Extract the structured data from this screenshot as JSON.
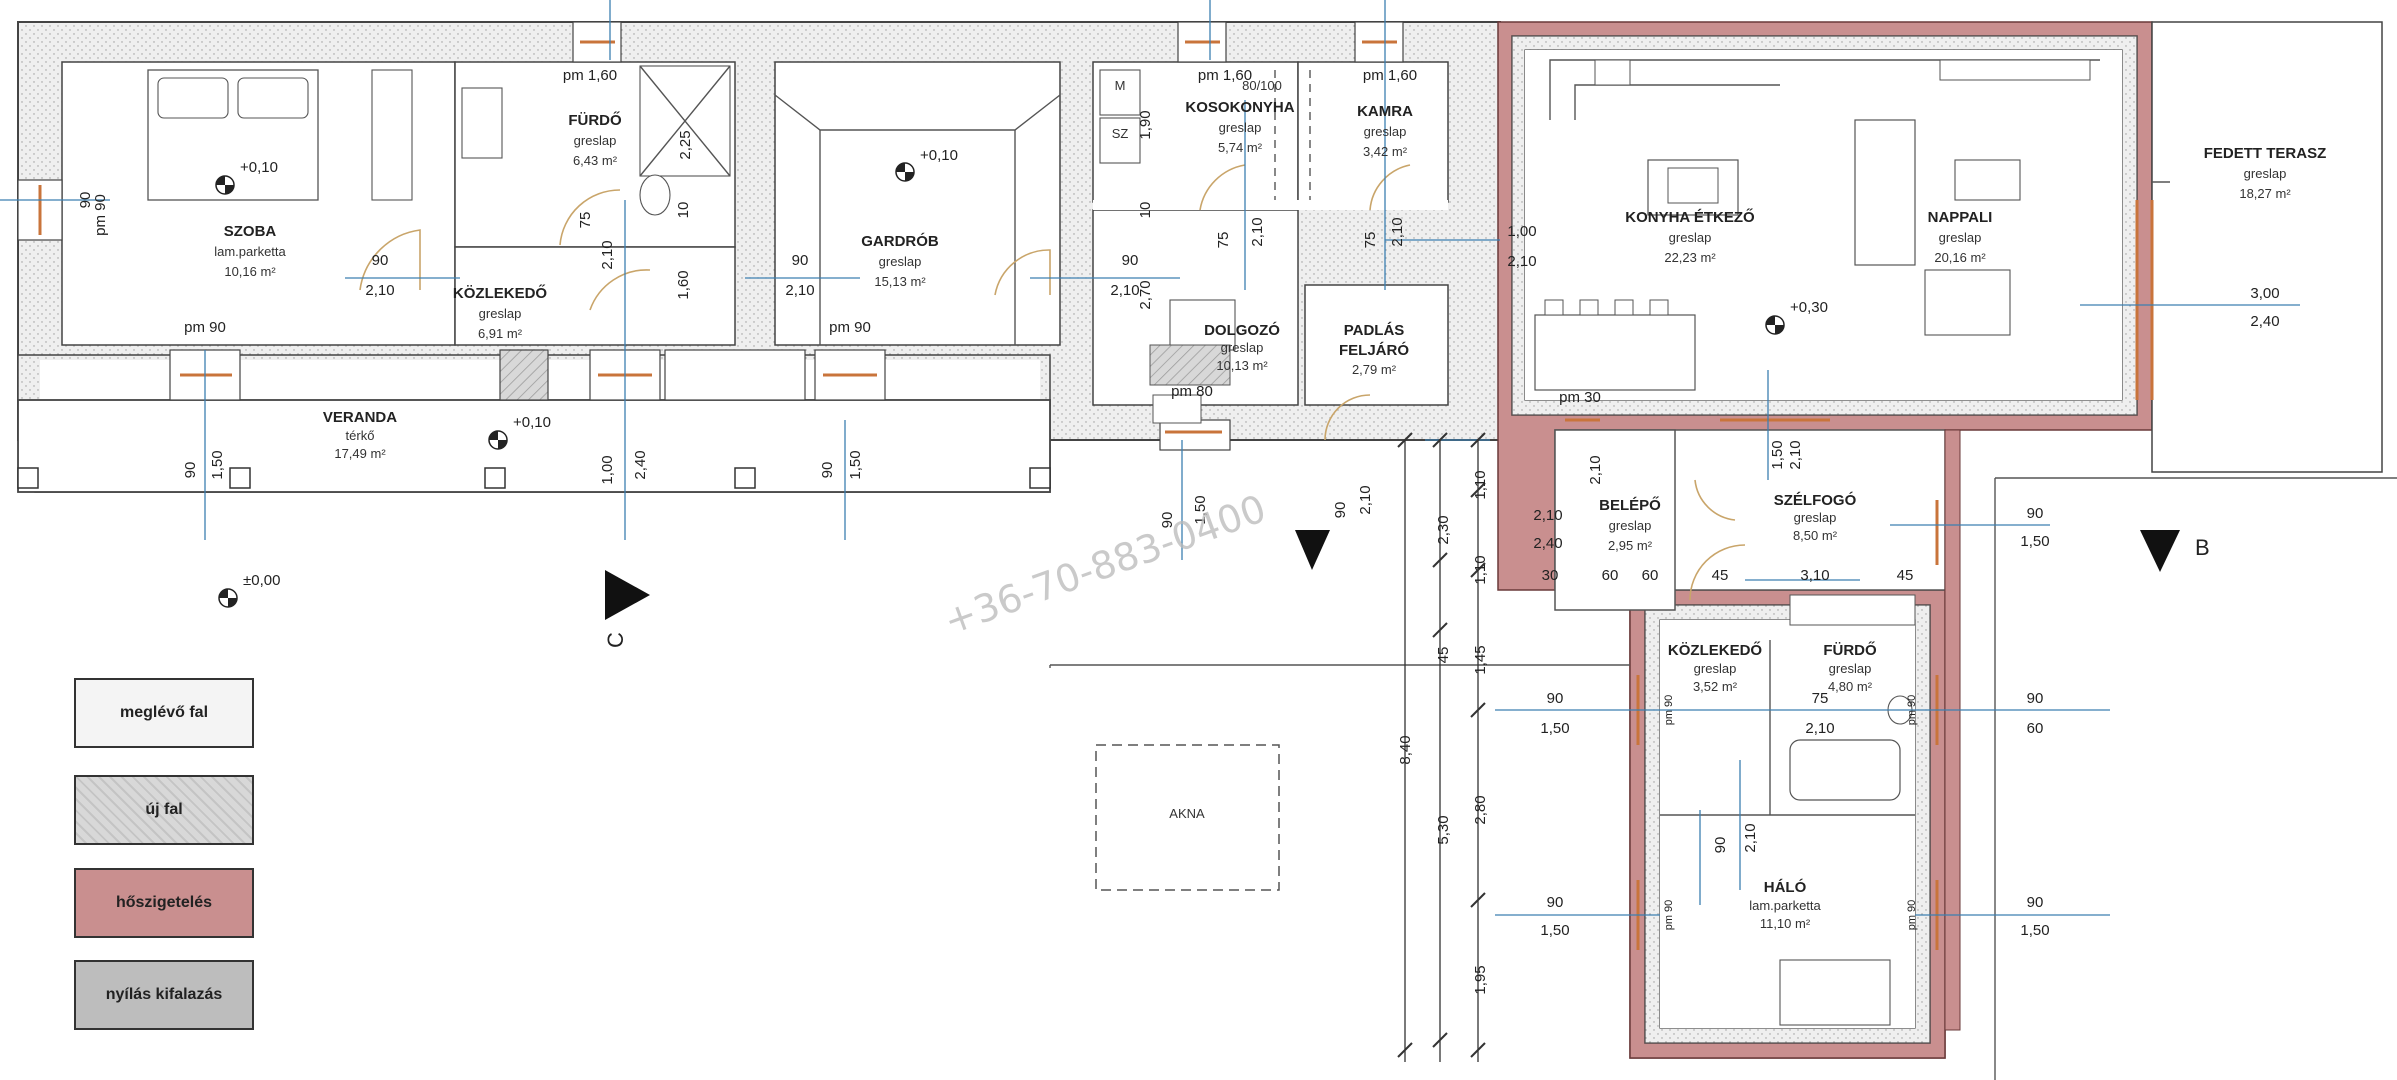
{
  "rooms": {
    "szoba": {
      "name": "SZOBA",
      "material": "lam.parketta",
      "area": "10,16 m²"
    },
    "furdo1": {
      "name": "FÜRDŐ",
      "material": "greslap",
      "area": "6,43 m²"
    },
    "kozlekedo1": {
      "name": "KÖZLEKEDŐ",
      "material": "greslap",
      "area": "6,91 m²"
    },
    "gardrob": {
      "name": "GARDRÓB",
      "material": "greslap",
      "area": "15,13 m²"
    },
    "koso": {
      "name": "KOSOKONYHA",
      "material": "greslap",
      "area": "5,74 m²"
    },
    "kamra": {
      "name": "KAMRA",
      "material": "greslap",
      "area": "3,42 m²"
    },
    "dolgozo": {
      "name": "DOLGOZÓ",
      "material": "greslap",
      "area": "10,13 m²"
    },
    "padlas": {
      "name": "PADLÁS",
      "name2": "FELJÁRÓ",
      "area": "2,79 m²"
    },
    "veranda": {
      "name": "VERANDA",
      "material": "térkő",
      "area": "17,49 m²"
    },
    "konyha": {
      "name": "KONYHA ÉTKEZŐ",
      "material": "greslap",
      "area": "22,23 m²"
    },
    "nappali": {
      "name": "NAPPALI",
      "material": "greslap",
      "area": "20,16 m²"
    },
    "terasz": {
      "name": "FEDETT TERASZ",
      "material": "greslap",
      "area": "18,27 m²"
    },
    "belepo": {
      "name": "BELÉPŐ",
      "material": "greslap",
      "area": "2,95 m²"
    },
    "szelfogo": {
      "name": "SZÉLFOGÓ",
      "material": "greslap",
      "area": "8,50 m²"
    },
    "kozlekedo2": {
      "name": "KÖZLEKEDŐ",
      "material": "greslap",
      "area": "3,52 m²"
    },
    "furdo2": {
      "name": "FÜRDŐ",
      "material": "greslap",
      "area": "4,80 m²"
    },
    "halo": {
      "name": "HÁLÓ",
      "material": "lam.parketta",
      "area": "11,10 m²"
    },
    "akna": {
      "name": "AKNA"
    }
  },
  "levels": {
    "szoba": "+0,10",
    "gardrob": "+0,10",
    "veranda": "+0,10",
    "ground": "±0,00",
    "konyha": "+0,30"
  },
  "small_labels": {
    "m": "M",
    "sz": "SZ",
    "mos": "80/100"
  },
  "section_marks": {
    "b": "B",
    "c": "C"
  },
  "dims": {
    "d90": "90",
    "d210": "2,10",
    "d150": "1,50",
    "d100": "1,00",
    "d240": "2,40",
    "d160": "1,60",
    "d190": "1,90",
    "d270": "2,70",
    "d10": "10",
    "d75": "75",
    "d225": "2,25",
    "d300": "3,00",
    "d30": "30",
    "d60": "60",
    "d45": "45",
    "d310": "3,10",
    "d110": "1,10",
    "d230": "2,30",
    "d145": "1,45",
    "d840": "8,40",
    "d530": "5,30",
    "d280": "2,80",
    "d195": "1,95",
    "pm90": "pm 90",
    "pm160": "pm 1,60",
    "pm30": "pm 30",
    "pm80": "pm 80"
  },
  "watermark": "+36-70-883-0400",
  "legend": [
    {
      "label": "meglévő fal",
      "color": "#f4f4f4"
    },
    {
      "label": "új fal",
      "color": "#dcdcdc"
    },
    {
      "label": "hőszigetelés",
      "color": "#c98f8f"
    },
    {
      "label": "nyílás kifalazás",
      "color": "#bdbdbd"
    }
  ]
}
